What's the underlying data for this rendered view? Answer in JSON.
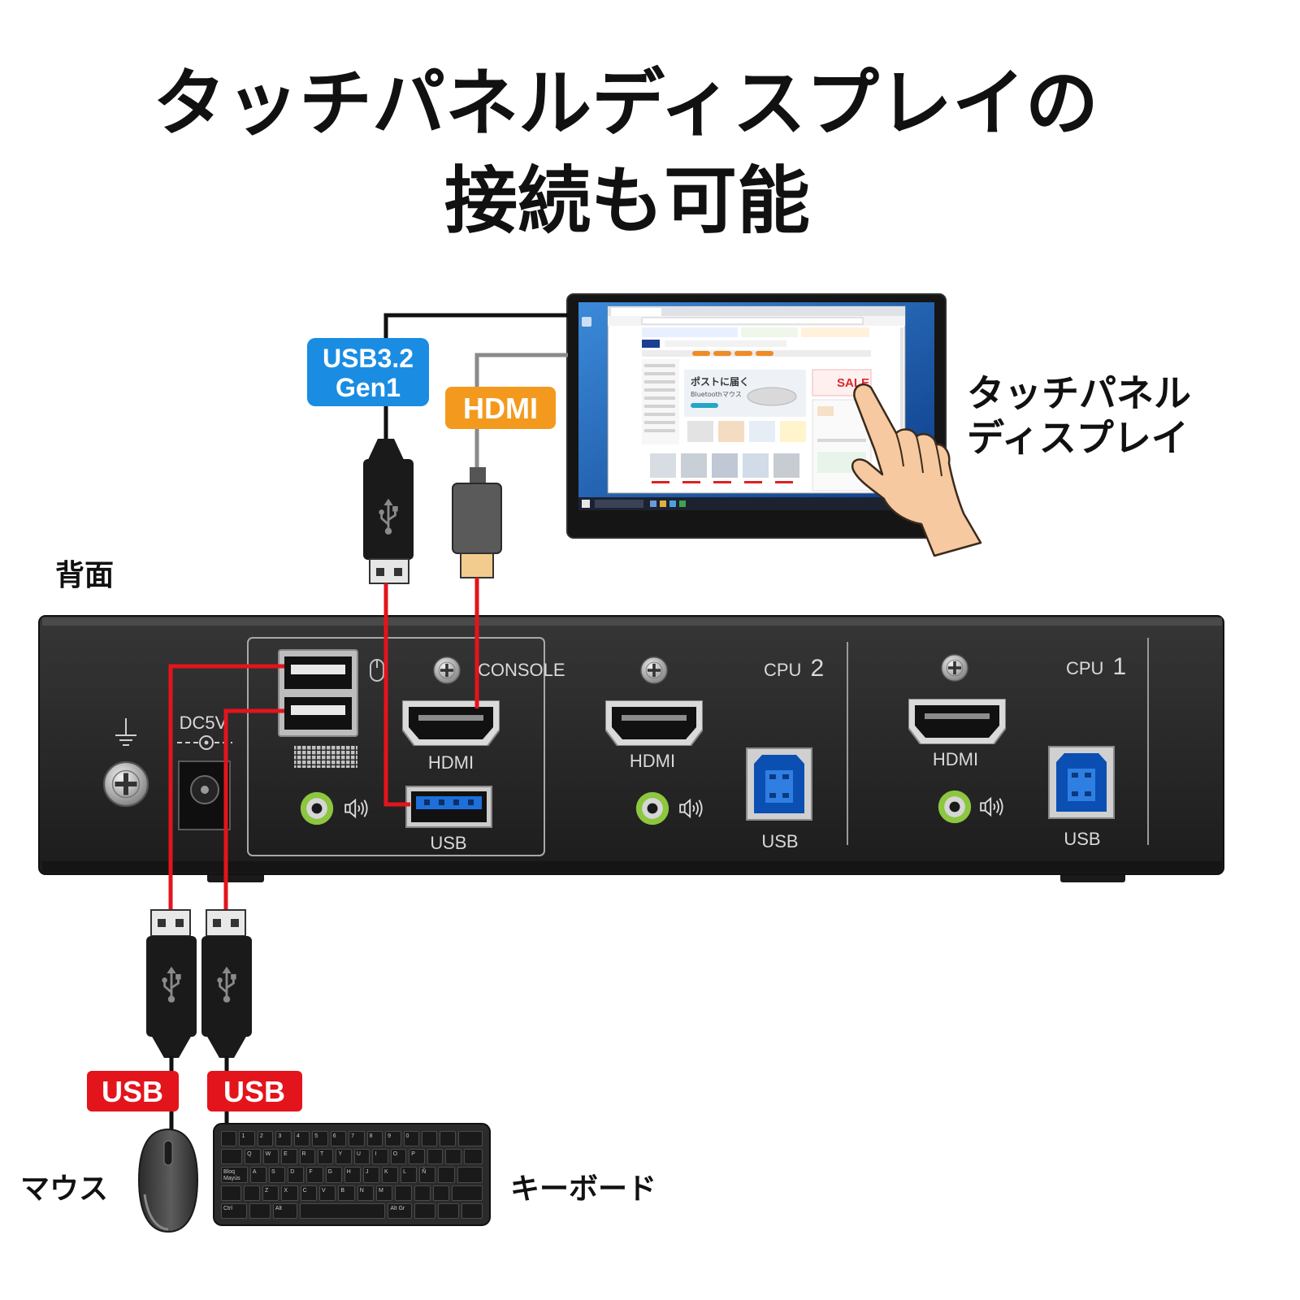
{
  "title": {
    "line1": "タッチパネルディスプレイの",
    "line2": "接続も可能"
  },
  "touch_display": {
    "label_line1": "タッチパネル",
    "label_line2": "ディスプレイ",
    "screen": {
      "banner_heading": "ポストに届く",
      "banner_subtext": "Bluetoothマウス",
      "sale_text": "SALE"
    }
  },
  "cable_badges": {
    "display_usb_line1": "USB3.2",
    "display_usb_line2": "Gen1",
    "display_hdmi": "HDMI",
    "mouse_usb": "USB",
    "keyboard_usb": "USB"
  },
  "rear_panel": {
    "view_label": "背面",
    "power_label": "DC5V",
    "console": {
      "label": "CONSOLE",
      "hdmi_label": "HDMI",
      "usb_label": "USB"
    },
    "cpu2": {
      "label_prefix": "CPU",
      "label_number": "2",
      "hdmi_label": "HDMI",
      "usb_label": "USB"
    },
    "cpu1": {
      "label_prefix": "CPU",
      "label_number": "1",
      "hdmi_label": "HDMI",
      "usb_label": "USB"
    }
  },
  "peripherals": {
    "mouse_label": "マウス",
    "keyboard_label": "キーボード"
  },
  "keyboard": {
    "rows": [
      [
        "",
        "1",
        "2",
        "3",
        "4",
        "5",
        "6",
        "7",
        "8",
        "9",
        "0",
        "",
        "",
        ""
      ],
      [
        "",
        "Q",
        "W",
        "E",
        "R",
        "T",
        "Y",
        "U",
        "I",
        "O",
        "P",
        "",
        "",
        ""
      ],
      [
        "Bloq Mayús",
        "A",
        "S",
        "D",
        "F",
        "G",
        "H",
        "J",
        "K",
        "L",
        "Ñ",
        "",
        ""
      ],
      [
        "",
        "",
        "Z",
        "X",
        "C",
        "V",
        "B",
        "N",
        "M",
        "",
        "",
        "",
        ""
      ],
      [
        "Ctrl",
        "",
        "Alt",
        "",
        "Alt Gr",
        "",
        "",
        ""
      ]
    ]
  },
  "colors": {
    "usb32_badge": "#1a8de3",
    "hdmi_badge": "#f39a1e",
    "usb_badge_red": "#e3141c",
    "console_link_line": "#e3141c",
    "display_usb_cable": "#111111",
    "display_hdmi_cable": "#8a8a8a",
    "audio_jack": "#8dc63f",
    "usb3_port_blue": "#1e6fd9"
  },
  "icons": {
    "ground": "ground-icon",
    "mouse_port": "mouse-icon",
    "keyboard_port": "keyboard-icon",
    "audio": "speaker-icon",
    "usb_plug": "usb-trident-icon",
    "screw": "screw-icon"
  }
}
